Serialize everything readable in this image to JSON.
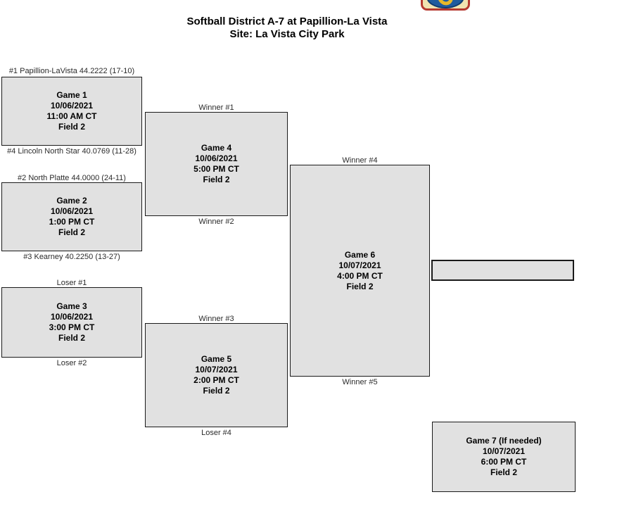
{
  "header": {
    "title_line1": "Softball District A-7 at Papillion-La Vista",
    "title_line2": "Site: La Vista City Park"
  },
  "bracket": {
    "game1": {
      "top_label": "#1 Papillion-LaVista 44.2222 (17-10)",
      "bottom_label": "#4 Lincoln North Star 40.0769 (11-28)",
      "lines": [
        "Game 1",
        "10/06/2021",
        "11:00 AM CT",
        "Field 2"
      ]
    },
    "game2": {
      "top_label": "#2 North Platte 44.0000 (24-11)",
      "bottom_label": "#3 Kearney 40.2250 (13-27)",
      "lines": [
        "Game 2",
        "10/06/2021",
        "1:00 PM CT",
        "Field 2"
      ]
    },
    "game3": {
      "top_label": "Loser #1",
      "bottom_label": "Loser #2",
      "lines": [
        "Game 3",
        "10/06/2021",
        "3:00 PM CT",
        "Field 2"
      ]
    },
    "game4": {
      "top_label": "Winner #1",
      "bottom_label": "Winner #2",
      "lines": [
        "Game 4",
        "10/06/2021",
        "5:00 PM CT",
        "Field 2"
      ]
    },
    "game5": {
      "top_label": "Winner #3",
      "bottom_label": "Loser #4",
      "lines": [
        "Game 5",
        "10/07/2021",
        "2:00 PM CT",
        "Field 2"
      ]
    },
    "game6": {
      "top_label": "Winner #4",
      "bottom_label": "Winner #5",
      "lines": [
        "Game 6",
        "10/07/2021",
        "4:00 PM CT",
        "Field 2"
      ]
    },
    "game7": {
      "lines": [
        "Game 7 (If needed)",
        "10/07/2021",
        "6:00 PM CT",
        "Field 2"
      ]
    },
    "champion_box": {
      "value": ""
    }
  },
  "colors": {
    "box_fill": "#e1e1e1",
    "box_border": "#1a1a1a",
    "logo_red": "#b6392f",
    "logo_blue": "#1f5b9e",
    "logo_gold": "#e7b92a"
  }
}
